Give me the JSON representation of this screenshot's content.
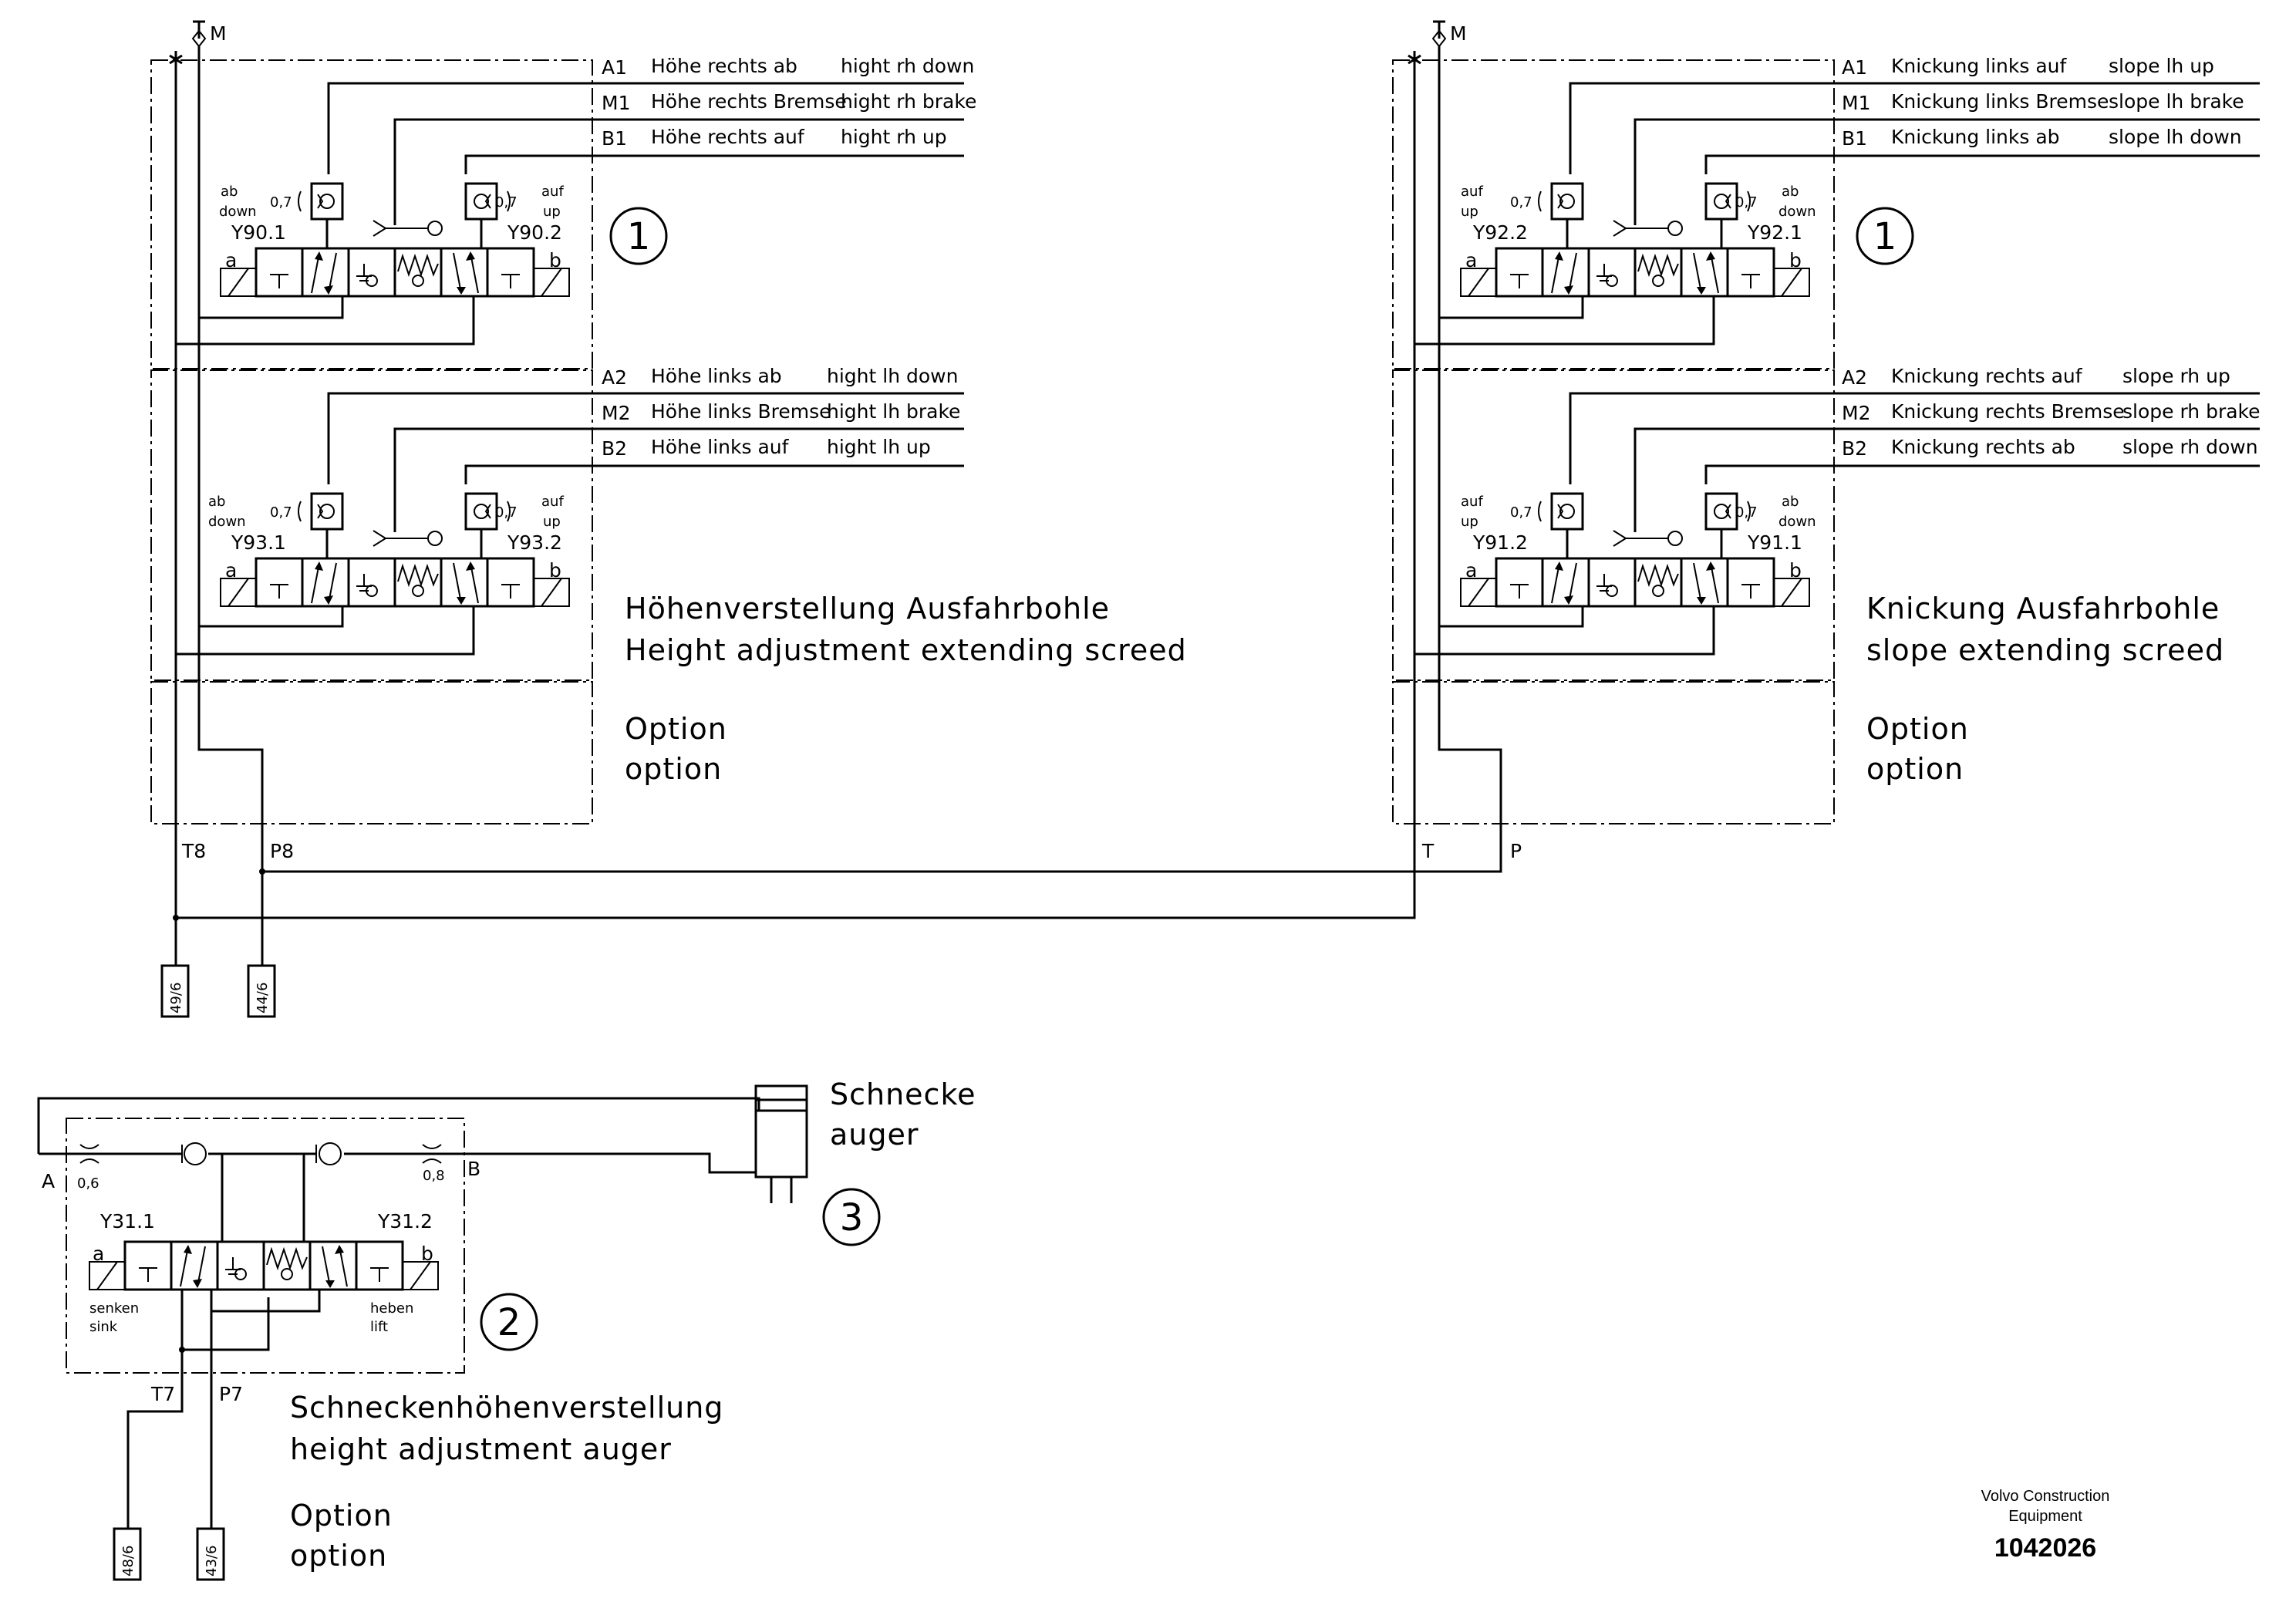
{
  "ports": {
    "m_left": "M",
    "m_right": "M",
    "t8": "T8",
    "p8": "P8",
    "t": "T",
    "p": "P",
    "t7": "T7",
    "p7": "P7",
    "a": "A",
    "b": "B"
  },
  "blocks": [
    {
      "rows": [
        {
          "port": "A1",
          "de": "Höhe rechts ab",
          "en": "hight rh down"
        },
        {
          "port": "M1",
          "de": "Höhe rechts Bremse",
          "en": "hight rh brake"
        },
        {
          "port": "B1",
          "de": "Höhe rechts auf",
          "en": "hight rh up"
        },
        {
          "port": "A2",
          "de": "Höhe links ab",
          "en": "hight lh down"
        },
        {
          "port": "M2",
          "de": "Höhe links Bremse",
          "en": "hight lh brake"
        },
        {
          "port": "B2",
          "de": "Höhe links auf",
          "en": "hight lh up"
        }
      ],
      "valves": [
        {
          "left_id": "Y90.1",
          "left_de": "ab",
          "left_en": "down",
          "right_id": "Y90.2",
          "right_de": "auf",
          "right_en": "up"
        },
        {
          "left_id": "Y93.1",
          "left_de": "ab",
          "left_en": "down",
          "right_id": "Y93.2",
          "right_de": "auf",
          "right_en": "up"
        }
      ],
      "marker": "1",
      "title_de": "Höhenverstellung Ausfahrbohle",
      "title_en": "Height adjustment extending screed",
      "option_de": "Option",
      "option_en": "option"
    },
    {
      "rows": [
        {
          "port": "A1",
          "de": "Knickung links auf",
          "en": "slope lh up"
        },
        {
          "port": "M1",
          "de": "Knickung links Bremse",
          "en": "slope lh brake"
        },
        {
          "port": "B1",
          "de": "Knickung links ab",
          "en": "slope lh down"
        },
        {
          "port": "A2",
          "de": "Knickung rechts auf",
          "en": "slope rh up"
        },
        {
          "port": "M2",
          "de": "Knickung rechts Bremse",
          "en": "slope rh brake"
        },
        {
          "port": "B2",
          "de": "Knickung rechts ab",
          "en": "slope rh down"
        }
      ],
      "valves": [
        {
          "left_id": "Y92.2",
          "left_de": "auf",
          "left_en": "up",
          "right_id": "Y92.1",
          "right_de": "ab",
          "right_en": "down"
        },
        {
          "left_id": "Y91.2",
          "left_de": "auf",
          "left_en": "up",
          "right_id": "Y91.1",
          "right_de": "ab",
          "right_en": "down"
        }
      ],
      "marker": "1",
      "title_de": "Knickung Ausfahrbohle",
      "title_en": "slope extending screed",
      "option_de": "Option",
      "option_en": "option"
    }
  ],
  "throttle": "0,7",
  "connectors": {
    "left_t": "49/6",
    "left_p": "44/6",
    "bottom_t": "48/6",
    "bottom_p": "43/6"
  },
  "auger": {
    "left_id": "Y31.1",
    "right_id": "Y31.2",
    "left_de": "senken",
    "left_en": "sink",
    "right_de": "heben",
    "right_en": "lift",
    "throttle_a": "0,6",
    "throttle_b": "0,8",
    "marker": "2",
    "cyl_marker": "3",
    "cyl_de": "Schnecke",
    "cyl_en": "auger",
    "title_de": "Schneckenhöhenverstellung",
    "title_en": "height adjustment auger",
    "option_de": "Option",
    "option_en": "option"
  },
  "solenoid_a": "a",
  "solenoid_b": "b",
  "footer": {
    "brand_line1": "Volvo Construction",
    "brand_line2": "Equipment",
    "doc_number": "1042026"
  }
}
